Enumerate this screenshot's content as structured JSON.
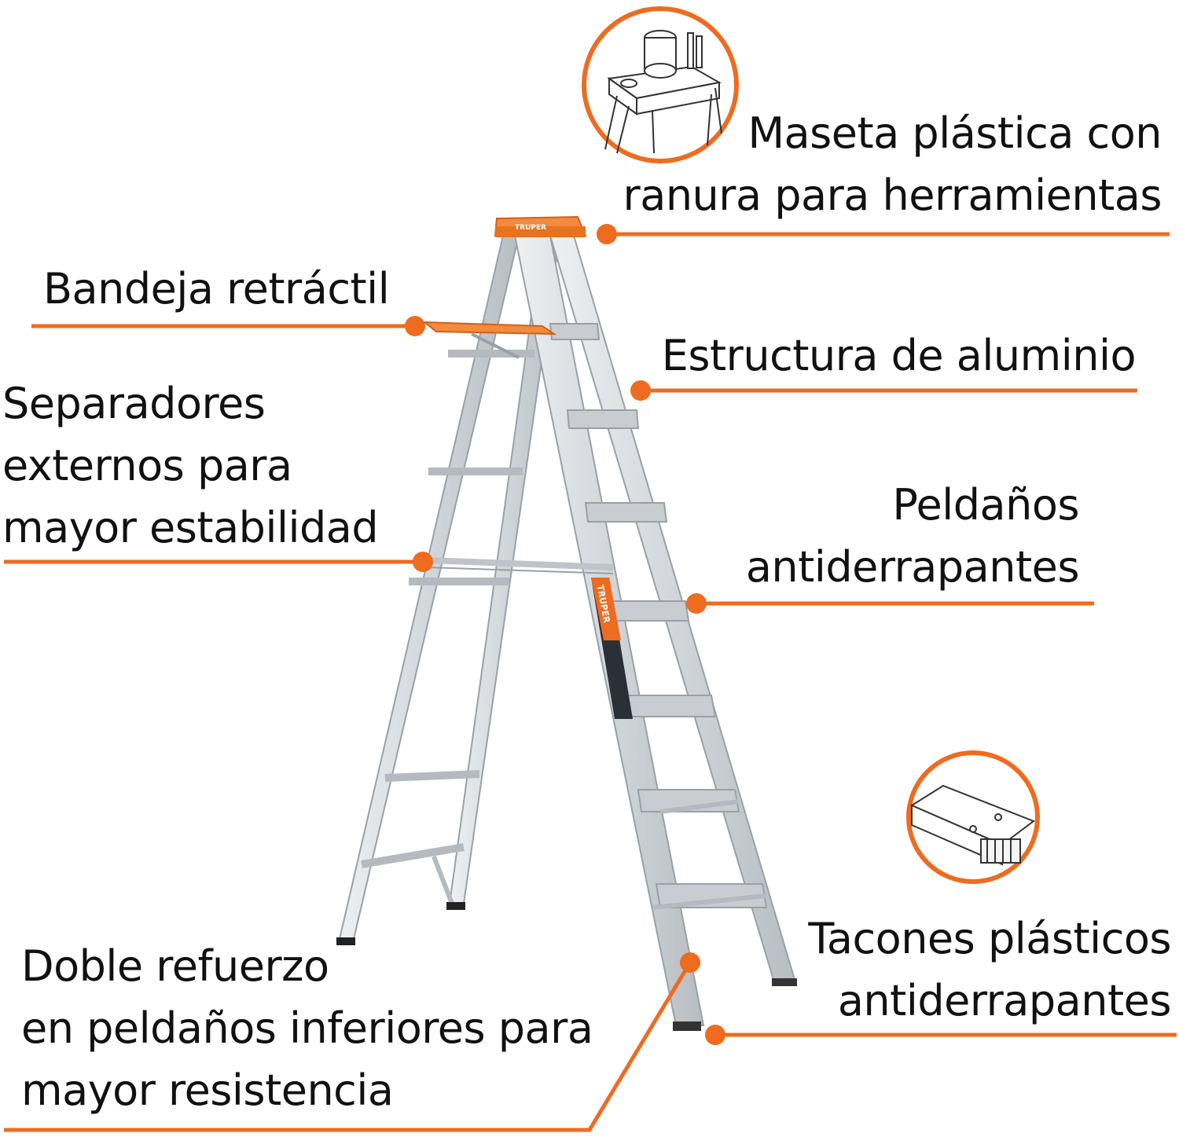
{
  "colors": {
    "accent": "#ef6b1f",
    "text": "#111111",
    "metal": "#d8dce0",
    "metal_dark": "#a9afb5",
    "background": "#ffffff"
  },
  "brand": {
    "name": "TRUPER"
  },
  "callouts": {
    "top_cap": {
      "line1": "Maseta plástica con",
      "line2": "ranura para herramientas"
    },
    "tray": {
      "line1": "Bandeja retráctil"
    },
    "structure": {
      "line1": "Estructura de aluminio"
    },
    "spreaders": {
      "line1": "Separadores",
      "line2": "externos para",
      "line3": "mayor estabilidad"
    },
    "steps": {
      "line1": "Peldaños",
      "line2": "antiderrapantes"
    },
    "feet": {
      "line1": "Tacones plásticos",
      "line2": "antiderrapantes"
    },
    "reinforcement": {
      "line1": "Doble refuerzo",
      "line2": "en peldaños inferiores para",
      "line3": "mayor resistencia"
    }
  },
  "icons": {
    "top_cap_detail": "tool-tray-top-icon",
    "feet_detail": "rubber-foot-icon"
  }
}
